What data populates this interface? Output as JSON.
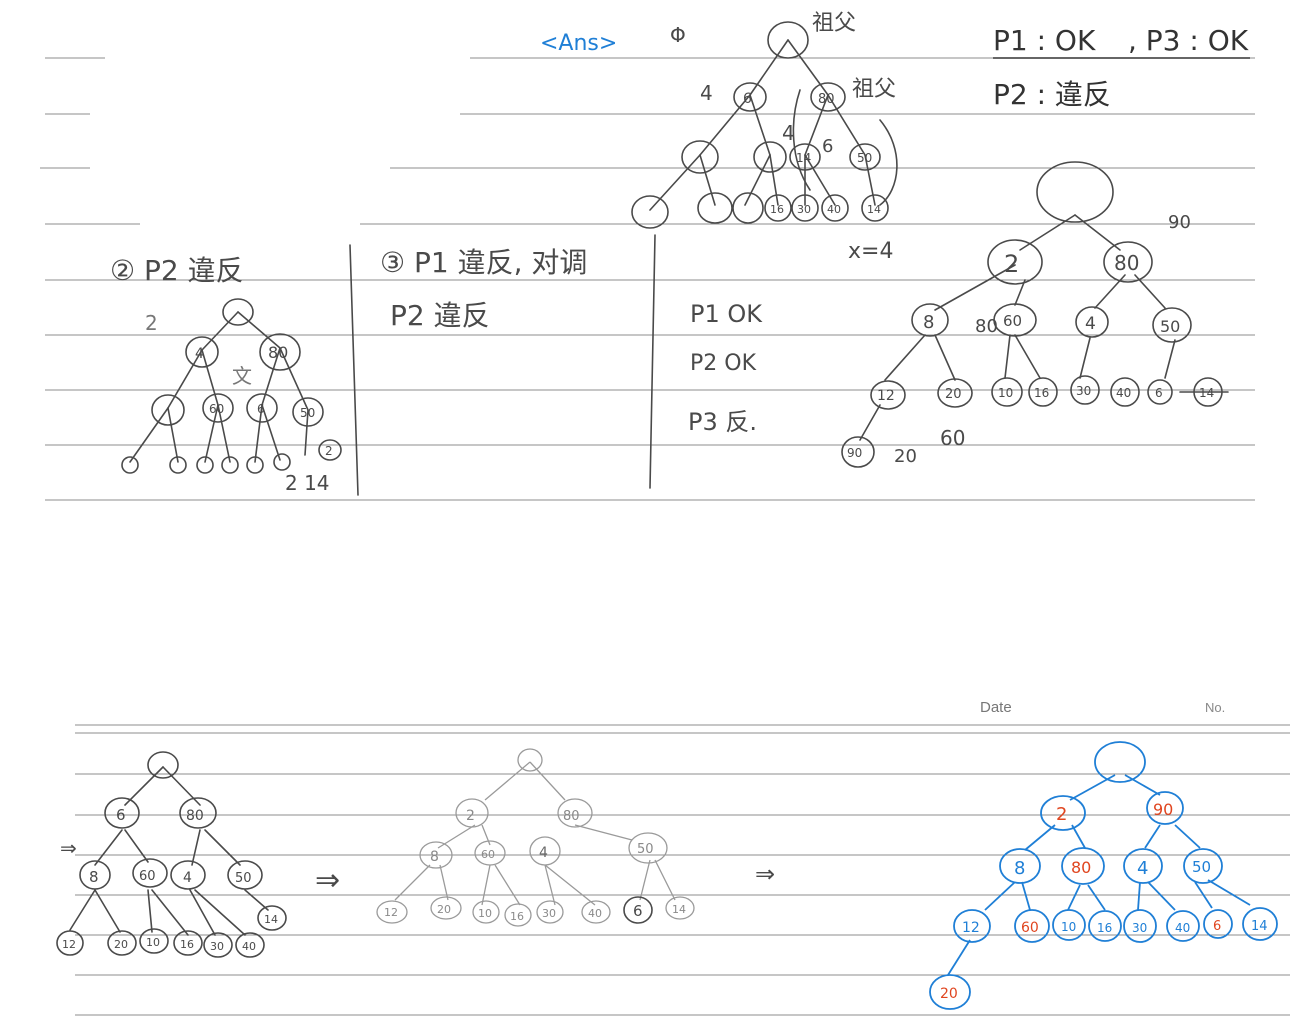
{
  "top": {
    "ans_label": "<Ans>",
    "q1_mark": "Φ",
    "grandparent_label": "祖父",
    "grandparent_label2": "祖父",
    "p1_result": "P1 : OK",
    "p3_result": ", P3 : OK",
    "p2_result": "P2 : 違反",
    "note_4": "4",
    "note_4b": "4",
    "note_6": "6",
    "x4": "x=4",
    "q2_header": "② P2 違反",
    "q2_note_2": "2",
    "q2_note_mark": "文",
    "q2_note_14": "2 14",
    "q3_header": "③ P1 違反, 对调",
    "q3_p2": "P2 違反",
    "q3_p1ok": "P1 OK",
    "q3_p2ok": "P2 OK",
    "q3_p3": "P3 反.",
    "right_note_90": "90",
    "right_note_80": "80",
    "right_note_20": "20",
    "right_note_60": "60"
  },
  "tree1": {
    "nodes": [
      "",
      "6",
      "80",
      "",
      "",
      "14",
      "50",
      "",
      "",
      "",
      "16",
      "30",
      "40",
      "14"
    ]
  },
  "tree2": {
    "nodes": [
      "",
      "4",
      "80",
      "",
      "60",
      "6",
      "50",
      "",
      "",
      "",
      "",
      "",
      "",
      "2"
    ]
  },
  "tree3": {
    "nodes": [
      "",
      "2",
      "80",
      "8",
      "60",
      "4",
      "50",
      "12",
      "20",
      "10",
      "16",
      "30",
      "40",
      "6",
      "14",
      "90"
    ]
  },
  "bottom": {
    "date_label": "Date",
    "no_label": "No.",
    "arrow1": "⇒",
    "arrow2": "⇒",
    "arrow3": "⇒",
    "tree_a": [
      "",
      "6",
      "80",
      "8",
      "60",
      "4",
      "50",
      "12",
      "20",
      "10",
      "16",
      "30",
      "40",
      "14"
    ],
    "tree_b": [
      "",
      "2",
      "80",
      "8",
      "60",
      "4",
      "50",
      "12",
      "20",
      "10",
      "16",
      "30",
      "40",
      "6",
      "14"
    ],
    "tree_c": [
      "",
      "2",
      "90",
      "8",
      "80",
      "4",
      "50",
      "12",
      "60",
      "10",
      "16",
      "30",
      "40",
      "6",
      "14",
      "20"
    ]
  },
  "colors": {
    "pencil": "#4a4a4a",
    "blue_pen": "#1f7fd6",
    "red_pen": "#e0451f",
    "rule": "#8d8d8d"
  }
}
